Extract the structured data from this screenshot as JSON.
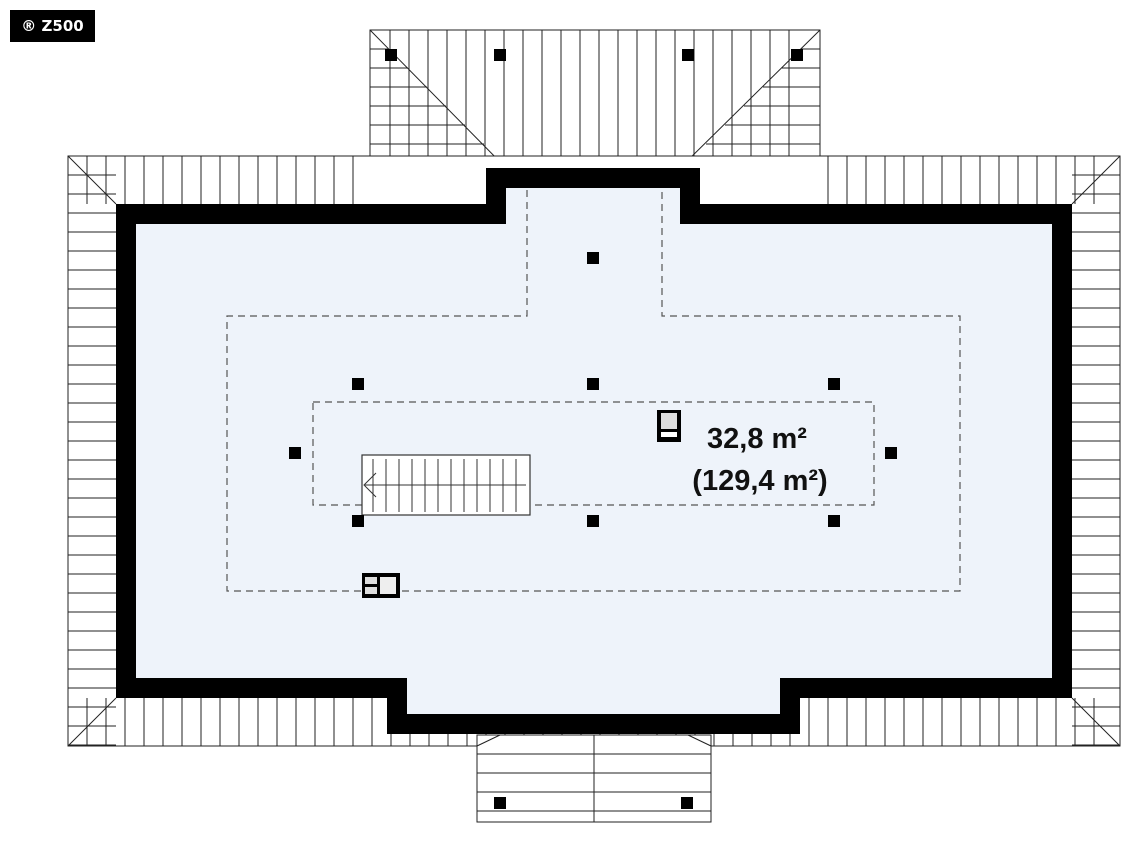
{
  "logo": {
    "text": "® Z500"
  },
  "floor": {
    "area_label": "32,8 m²",
    "total_area_label": "(129,4 m²)"
  },
  "colors": {
    "floor_fill": "#eef3fa",
    "wall": "#000000",
    "roof_line": "#222222"
  }
}
